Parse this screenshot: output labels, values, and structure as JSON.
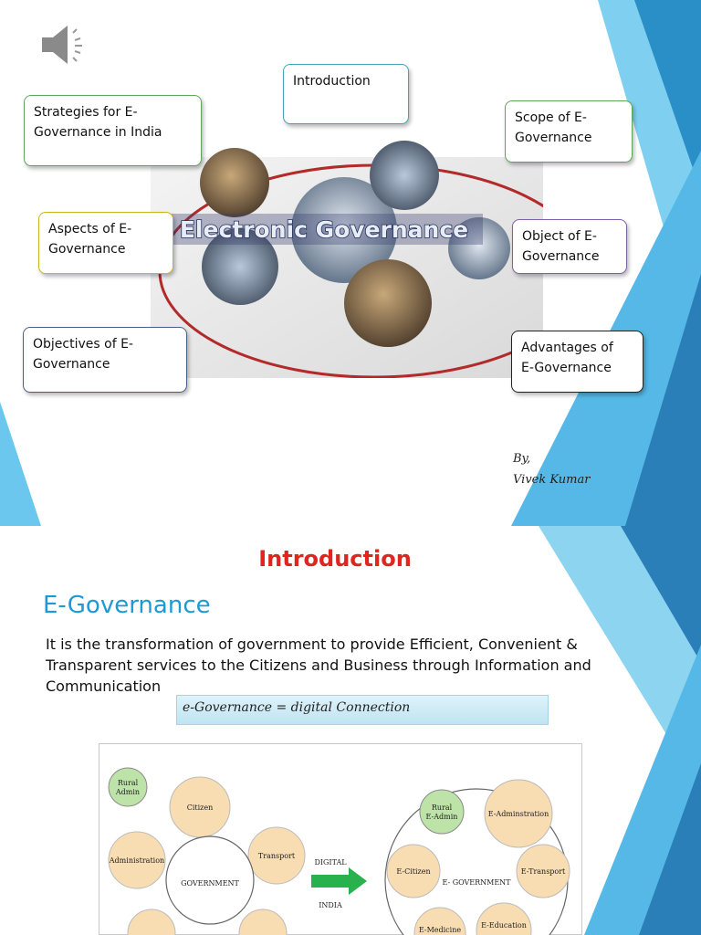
{
  "slide1": {
    "boxes": {
      "strategies": {
        "line1": "Strategies for E-",
        "line2": "Governance in India"
      },
      "introduction": {
        "line1": "Introduction"
      },
      "scope": {
        "line1": "Scope of E-",
        "line2": "Governance"
      },
      "aspects": {
        "line1": "Aspects of E-",
        "line2": "Governance"
      },
      "object": {
        "line1": "Object of E-",
        "line2": "Governance"
      },
      "objectives": {
        "line1": "Objectives of E-",
        "line2": "Governance"
      },
      "advantages": {
        "line1": "Advantages of",
        "line2": "E-Governance"
      }
    },
    "center_title": "Electronic Governance",
    "byline": {
      "label": "By,",
      "name": "Vivek  Kumar"
    }
  },
  "slide2": {
    "title": "Introduction",
    "heading": "E-Governance",
    "body": "It is the transformation of government to provide Efficient, Convenient & Transparent services to the Citizens and Business through Information and Communication",
    "equation": "e-Governance = digital Connection",
    "diagram": {
      "left_center": "GOVERNMENT",
      "left_nodes": {
        "rural": [
          "Rural",
          "Admin"
        ],
        "citizen": "Citizen",
        "administration": "Administration",
        "transport": "Transport"
      },
      "arrow_label": [
        "DIGITAL",
        "INDIA"
      ],
      "right_center": "E- GOVERNMENT",
      "right_nodes": {
        "rural": [
          "Rural",
          "E-Admin"
        ],
        "administration": "E-Adminstration",
        "citizen": "E-Citizen",
        "transport": "E-Transport",
        "medicine": "E-Medicine",
        "education": "E-Education"
      }
    }
  },
  "colors": {
    "title_red": "#e0241f",
    "heading_blue": "#1c9ad6",
    "deco_light": "#8cd4f0",
    "deco_dark": "#2a7fb8"
  }
}
